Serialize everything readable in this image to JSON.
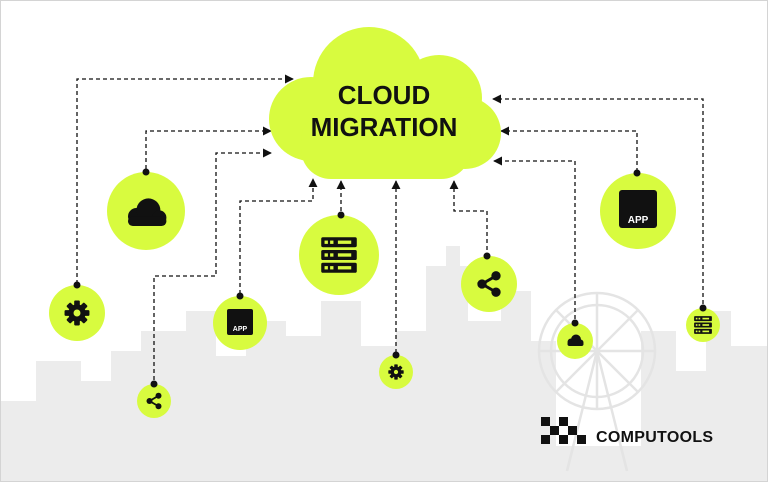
{
  "diagram": {
    "title_line1": "CLOUD",
    "title_line2": "MIGRATION",
    "accent_color": "#d8fb3f",
    "line_color": "#111111",
    "skyline_color": "#ececec",
    "nodes": [
      {
        "icon": "gear-icon"
      },
      {
        "icon": "cloud-icon"
      },
      {
        "icon": "share-icon"
      },
      {
        "icon": "app-icon",
        "label": "APP"
      },
      {
        "icon": "server-icon"
      },
      {
        "icon": "gear-icon"
      },
      {
        "icon": "share-icon"
      },
      {
        "icon": "cloud-icon"
      },
      {
        "icon": "app-icon",
        "label": "APP"
      },
      {
        "icon": "server-icon"
      }
    ]
  },
  "brand": {
    "name": "COMPUTOOLS",
    "logo_icon": "computools-logo-icon"
  }
}
